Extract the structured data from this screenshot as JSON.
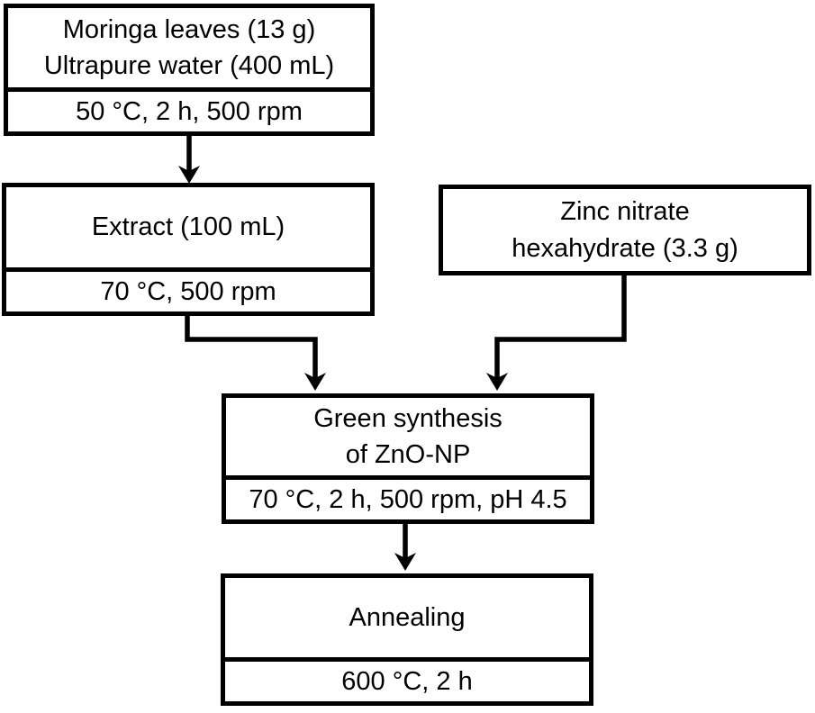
{
  "diagram": {
    "type": "flowchart",
    "description": "Green synthesis of ZnO nanoparticles process flowchart",
    "colors": {
      "line": "#000000",
      "text": "#000000",
      "background": "#ffffff"
    },
    "boxes": [
      {
        "id": "moringa",
        "title_lines": [
          "Moringa leaves (13 g)",
          "Ultrapure water (400 mL)"
        ],
        "conditions": "50 °C, 2 h, 500 rpm"
      },
      {
        "id": "extract",
        "title_lines": [
          "Extract (100 mL)"
        ],
        "conditions": "70 °C, 500 rpm"
      },
      {
        "id": "zinc-nitrate",
        "title_lines": [
          "Zinc nitrate",
          "hexahydrate (3.3 g)"
        ],
        "conditions": null
      },
      {
        "id": "green-synthesis",
        "title_lines": [
          "Green synthesis",
          "of ZnO-NP"
        ],
        "conditions": "70 °C, 2 h, 500 rpm, pH 4.5"
      },
      {
        "id": "annealing",
        "title_lines": [
          "Annealing"
        ],
        "conditions": "600 °C, 2 h"
      }
    ],
    "connectors": [
      {
        "from": "moringa",
        "to": "extract"
      },
      {
        "from": "extract",
        "to": "green-synthesis"
      },
      {
        "from": "zinc-nitrate",
        "to": "green-synthesis"
      },
      {
        "from": "green-synthesis",
        "to": "annealing"
      }
    ]
  }
}
